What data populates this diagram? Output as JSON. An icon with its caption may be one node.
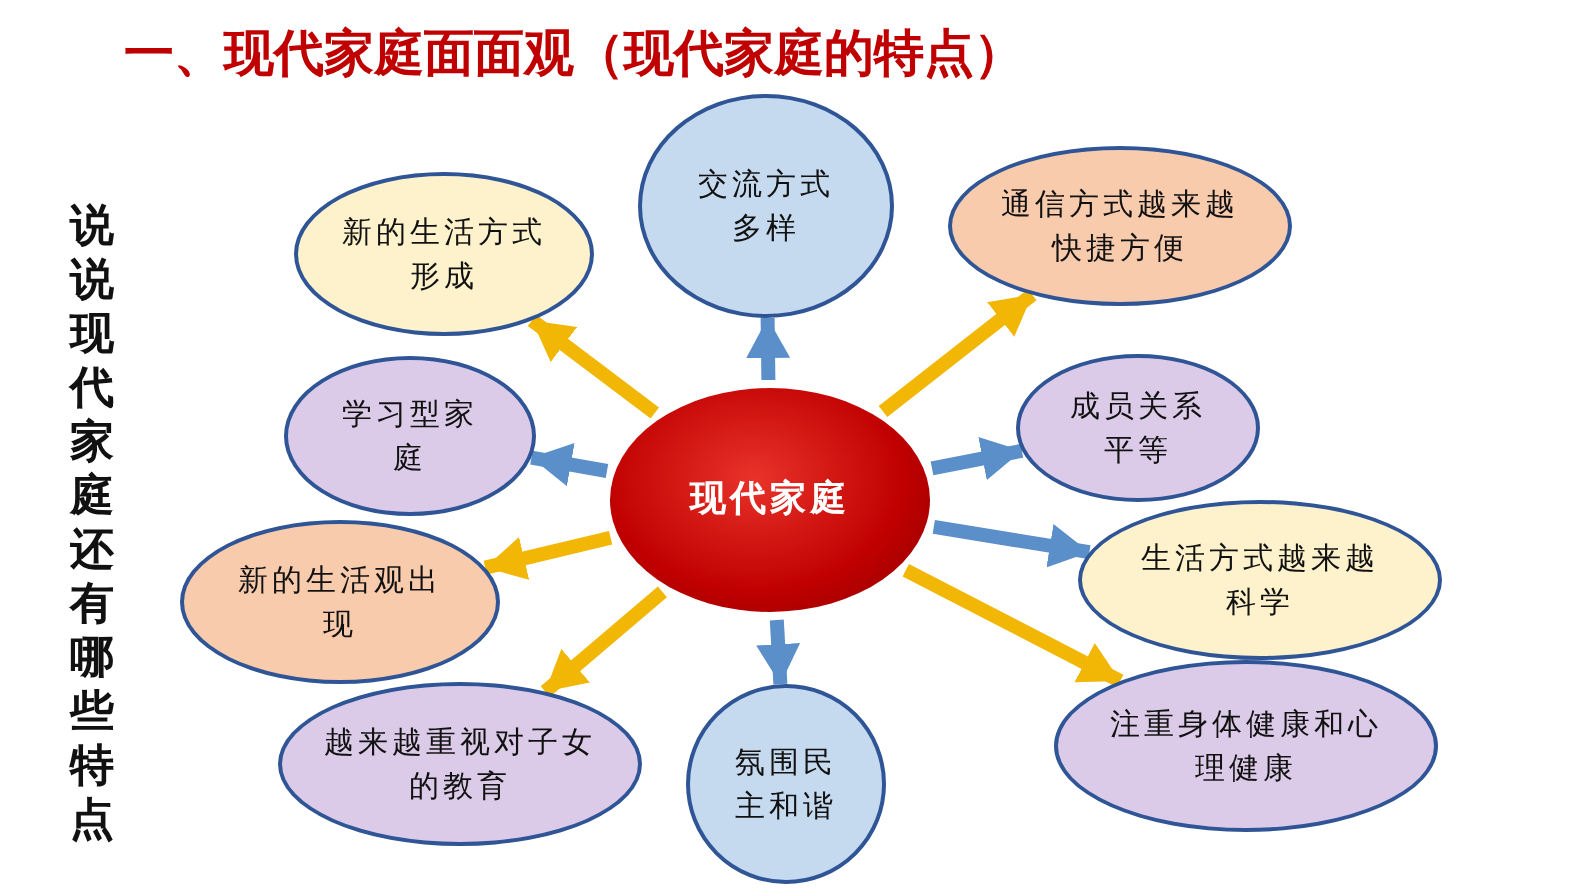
{
  "diagram": {
    "title": "一、现代家庭面面观（现代家庭的特点）",
    "nodes": [
      {
        "text": [
          "现代家庭"
        ]
      },
      {
        "text": [
          "新的生活方式形成"
        ]
      },
      {
        "text": [
          "交流方式多样"
        ]
      },
      {
        "text": [
          "通信方式越来越快捷方便"
        ]
      },
      {
        "text": [
          "学习型家庭"
        ]
      },
      {
        "text": [
          "成员关系平等"
        ]
      },
      {
        "text": [
          "新的生活观出现"
        ]
      },
      {
        "text": [
          "生活方式越来越科学"
        ]
      },
      {
        "text": [
          "越来越重视对子女的教育"
        ]
      },
      {
        "text": [
          "氛围民主和谐"
        ]
      },
      {
        "text": [
          "注重身体健康和心理健康"
        ]
      }
    ],
    "edges": [
      {
        "from": 0,
        "to": 1,
        "arrow": "to",
        "color": "#f2b705"
      },
      {
        "from": 0,
        "to": 2,
        "arrow": "to",
        "color": "#5b8fc9"
      },
      {
        "from": 0,
        "to": 3,
        "arrow": "to",
        "color": "#f2b705"
      },
      {
        "from": 0,
        "to": 4,
        "arrow": "to",
        "color": "#5b8fc9"
      },
      {
        "from": 0,
        "to": 5,
        "arrow": "to",
        "color": "#5b8fc9"
      },
      {
        "from": 0,
        "to": 6,
        "arrow": "to",
        "color": "#f2b705"
      },
      {
        "from": 0,
        "to": 7,
        "arrow": "to",
        "color": "#5b8fc9"
      },
      {
        "from": 0,
        "to": 8,
        "arrow": "to",
        "color": "#f2b705"
      },
      {
        "from": 0,
        "to": 9,
        "arrow": "to",
        "color": "#5b8fc9"
      },
      {
        "from": 0,
        "to": 10,
        "arrow": "to",
        "color": "#f2b705"
      }
    ],
    "labels": [
      "说说现代家庭还有哪些特点"
    ]
  }
}
